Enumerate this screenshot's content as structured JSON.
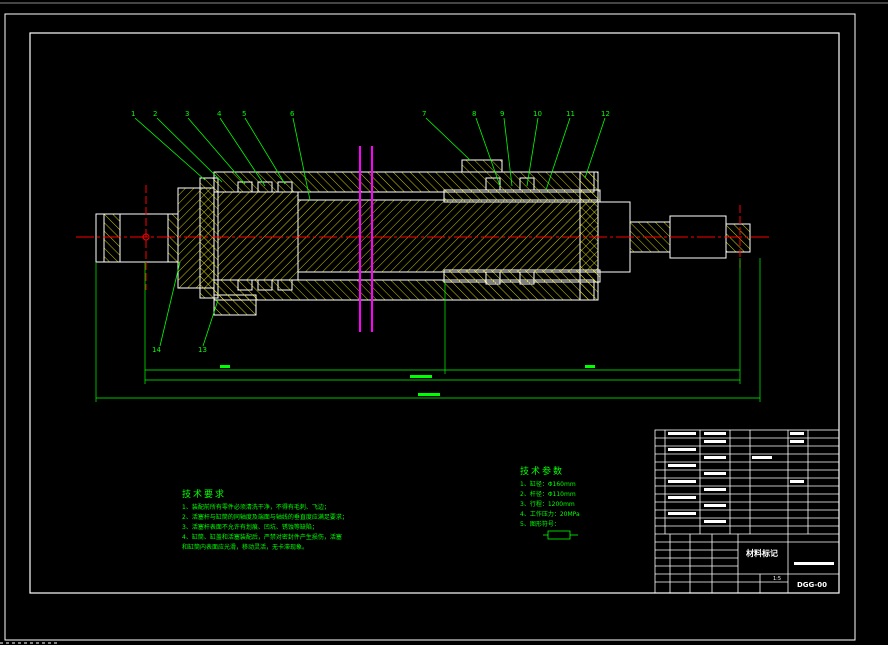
{
  "colors": {
    "background": "#000000",
    "frame": "#ffffff",
    "part_lines": "#ffffff",
    "hatch": "#ffff00",
    "callout": "#00ff00",
    "center_line": "#ff0000",
    "cut_plane": "#ff00ff",
    "title_block_text": "#ffffff"
  },
  "callouts": {
    "top": [
      "1",
      "2",
      "3",
      "4",
      "5",
      "6",
      "7",
      "8",
      "9",
      "10",
      "11",
      "12"
    ],
    "bottom": [
      "14",
      "13"
    ]
  },
  "tech_requirements": {
    "title": "技术要求",
    "lines": [
      "1、装配前所有零件必须清洗干净，不得有毛刺、飞边；",
      "2、活塞杆与缸筒的同轴度及端面与轴线的垂直度应满足要求；",
      "3、活塞杆表面不允许有划痕、凹坑、锈蚀等缺陷；",
      "4、缸筒、缸盖和活塞装配后，严禁对密封件产生损伤，活塞",
      "   和缸筒内表面应光滑，移动灵活，无卡滞现象。"
    ]
  },
  "tech_params": {
    "title": "技术参数",
    "lines": [
      "1、缸径：Φ160mm",
      "2、杆径：Φ110mm",
      "3、行程：1200mm",
      "4、工作压力：20MPa",
      "5、图形符号："
    ]
  },
  "title_block": {
    "material_label": "材料标记",
    "drawing_no": "DGG-00",
    "scale": "1:5"
  }
}
